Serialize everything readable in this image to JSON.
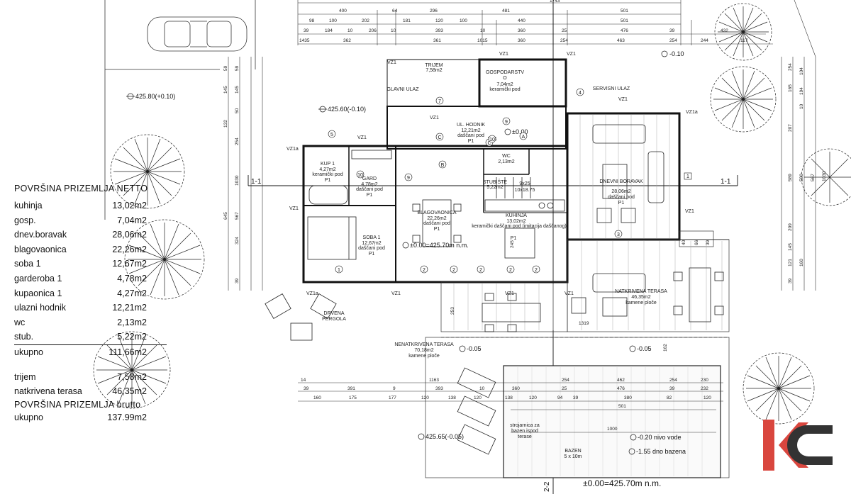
{
  "area_table": {
    "title_net": "POVRŠINA PRIZEMLJA NETTO",
    "rows": [
      {
        "name": "kuhinja",
        "value": "13,02m2"
      },
      {
        "name": "gosp.",
        "value": "7,04m2"
      },
      {
        "name": "dnev.boravak",
        "value": "28,06m2"
      },
      {
        "name": "blagovaonica",
        "value": "22,26m2"
      },
      {
        "name": "soba 1",
        "value": "12,67m2"
      },
      {
        "name": "garderoba 1",
        "value": "4,78m2"
      },
      {
        "name": "kupaonica 1",
        "value": "4,27m2"
      },
      {
        "name": "ulazni hodnik",
        "value": "12,21m2"
      },
      {
        "name": "wc",
        "value": "2,13m2"
      },
      {
        "name": "stub.",
        "value": "5,22m2"
      },
      {
        "name": "ukupno",
        "value": "111,66m2"
      }
    ],
    "extra_rows": [
      {
        "name": "trijem",
        "value": "7,58m2"
      },
      {
        "name": "natkrivena terasa",
        "value": "46,35m2"
      }
    ],
    "title_brutto": "POVRŠINA PRIZEMLJA brutto",
    "brutto_row": {
      "name": "ukupno",
      "value": "137.99m2"
    }
  },
  "rooms": {
    "trijem": {
      "name": "TRIJEM",
      "area": "7,58m2"
    },
    "gospodarstvo": {
      "name": "GOSPODARSTV",
      "num": "O",
      "area": "7,04m2",
      "floor": "keramički pod"
    },
    "glavni_ulaz": "GLAVNI ULAZ",
    "servisni_ulaz": "SERVISNI ULAZ",
    "hodnik": {
      "name": "UL. HODNIK",
      "area": "12,21m2",
      "floor": "daščani pod",
      "code": "P1"
    },
    "kup": {
      "name": "KUP 1",
      "area": "4,27m2",
      "floor": "keramički pod",
      "code": "P1"
    },
    "gard": {
      "name": "GARD",
      "area": "4,78m2",
      "floor": "daščani pod",
      "code": "P1"
    },
    "wc": {
      "name": "WC",
      "area": "2,13m2"
    },
    "stubiste": {
      "name": "STUBIŠTE",
      "area": "5,22m2",
      "steps": "9x25",
      "steps2": "10x18.75"
    },
    "boravak": {
      "name": "DNEVNI BORAVAK",
      "area": "28,06m2",
      "floor": "daščani pod",
      "code": "P1"
    },
    "blagovaonica": {
      "name": "BLAGOVAONICA",
      "area": "22,26m2",
      "floor": "daščani pod",
      "code": "P1"
    },
    "kuhinja": {
      "name": "KUHINJA",
      "area": "13,02m2",
      "floor": "keramički daščani pod (imitacija daščanog)",
      "code": "P1"
    },
    "soba": {
      "name": "SOBA 1",
      "area": "12,67m2",
      "floor": "daščani pod",
      "code": "P1"
    },
    "pergola": {
      "name": "DRVENA",
      "name2": "PERGOLA"
    },
    "natkrivena": {
      "name": "NATKRIVENA TERASA",
      "area": "46,35m2",
      "floor": "kamene ploče"
    },
    "nenatkrivena": {
      "name": "NENATKRIVENA TERASA",
      "area": "70,18m2",
      "floor": "kamene ploče"
    },
    "bazen": {
      "name": "BAZEN",
      "size": "5 x 10m"
    },
    "strojarnica": {
      "line1": "strojarnica za",
      "line2": "bazen ispod",
      "line3": "terase"
    }
  },
  "levels": {
    "l1": "425.80(+0.10)",
    "l2": "425.60(-0.10)",
    "l3": "-0.10",
    "l4": "±0.00",
    "l5": "±0.00=425.70m n.m.",
    "l6": "-0.05",
    "l7": "-0.05",
    "l8": "425.65(-0.05)",
    "l9": "-0.20 nivo vode",
    "l10": "-1.55 dno bazena",
    "l11": "±0.00=425.70m n.m."
  },
  "section_labels": {
    "left": "1-1",
    "right": "1-1",
    "bottom": "2-2"
  },
  "dims_top": {
    "r0": "1743",
    "r1": [
      "400",
      "64",
      "296",
      "481",
      "501"
    ],
    "r2": [
      "98",
      "100",
      "202",
      "181",
      "120",
      "100",
      "440",
      "501"
    ],
    "r3": [
      "39",
      "184",
      "10",
      "206",
      "10",
      "393",
      "10",
      "360",
      "25",
      "476",
      "39",
      "432"
    ],
    "r4": [
      "1435",
      "362",
      "361",
      "1015",
      "360",
      "254",
      "463",
      "254",
      "244",
      "117"
    ]
  },
  "dims_bottom": {
    "r1": [
      "14",
      "1163",
      "254",
      "462",
      "254",
      "230"
    ],
    "r2": [
      "39",
      "391",
      "9",
      "393",
      "10",
      "360",
      "25",
      "476",
      "39",
      "232"
    ],
    "r3": [
      "160",
      "175",
      "177",
      "120",
      "138",
      "120",
      "138",
      "120",
      "94",
      "39",
      "380",
      "82",
      "120"
    ],
    "r4": [
      "501"
    ],
    "r5": [
      "1000"
    ],
    "terrace": [
      "1319",
      "253",
      "162"
    ]
  },
  "dims_left": [
    "59",
    "59",
    "145",
    "145",
    "132",
    "50",
    "254",
    "1030",
    "645",
    "567",
    "324",
    "39"
  ],
  "dims_right": [
    "254",
    "104",
    "165",
    "194",
    "10",
    "207",
    "589",
    "580",
    "567",
    "209",
    "1030",
    "145",
    "121",
    "160",
    "39"
  ],
  "window_tags": [
    "VZ1",
    "VZ1a",
    "VZ1",
    "VZ1",
    "VZ1a",
    "VZ1",
    "VZ1a",
    "VZ1",
    "VZ1",
    "VZ1",
    "VZ1",
    "VZ1",
    "VZ1",
    "VZ1",
    "VZ1"
  ],
  "door_tags": [
    "7",
    "9",
    "10",
    "C",
    "C",
    "10",
    "9",
    "5",
    "4",
    "1",
    "3",
    "2",
    "2",
    "2",
    "2",
    "2",
    "1",
    "B",
    "A"
  ],
  "small_tags": [
    "40",
    "66",
    "39",
    "245"
  ]
}
